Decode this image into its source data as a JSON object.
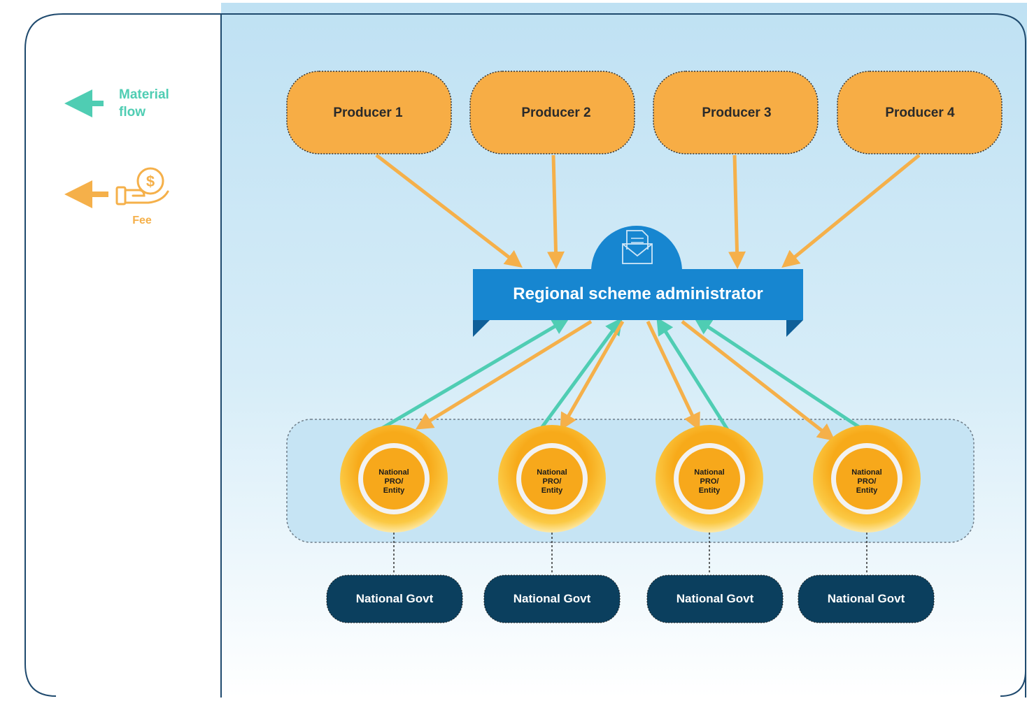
{
  "legend": {
    "material_flow_label_line1": "Material",
    "material_flow_label_line2": "flow",
    "fee_label": "Fee",
    "fee_icon_symbol": "$",
    "material_color": "#4fcdb3",
    "fee_color": "#f5b04a"
  },
  "producers": [
    {
      "label": "Producer 1"
    },
    {
      "label": "Producer 2"
    },
    {
      "label": "Producer 3"
    },
    {
      "label": "Producer 4"
    }
  ],
  "administrator": {
    "label": "Regional scheme administrator",
    "icon": "document-envelope-icon"
  },
  "entities": [
    {
      "line1": "National",
      "line2": "PRO/",
      "line3": "Entity"
    },
    {
      "line1": "National",
      "line2": "PRO/",
      "line3": "Entity"
    },
    {
      "line1": "National",
      "line2": "PRO/",
      "line3": "Entity"
    },
    {
      "line1": "National",
      "line2": "PRO/",
      "line3": "Entity"
    }
  ],
  "governments": [
    {
      "label": "National Govt"
    },
    {
      "label": "National Govt"
    },
    {
      "label": "National Govt"
    },
    {
      "label": "National Govt"
    }
  ],
  "colors": {
    "producer_fill": "#f7ad45",
    "admin_fill": "#1786d0",
    "admin_dark": "#0f5f98",
    "govt_fill": "#0b3f5e",
    "entity_outer": "#f8b31a",
    "entity_inner": "#f7a81b",
    "frame_stroke": "#1f4a6e"
  }
}
